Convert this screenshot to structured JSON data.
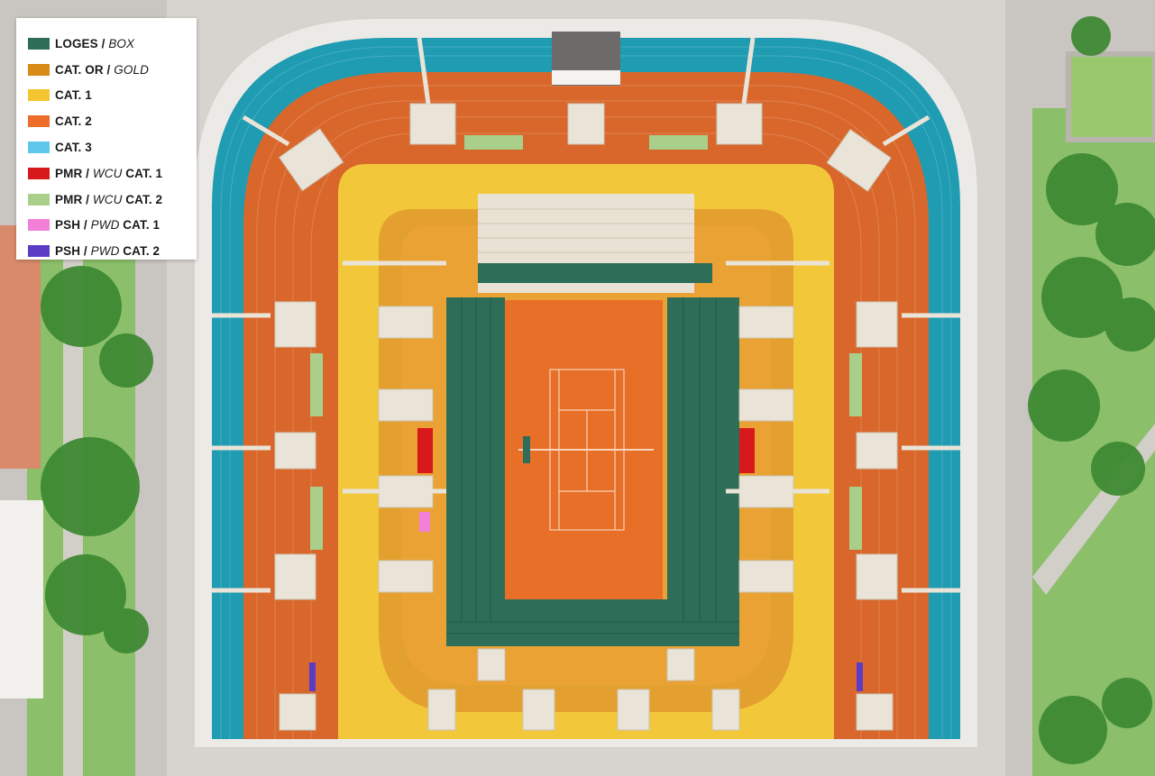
{
  "legend": [
    {
      "code": "LOGES",
      "alt": "BOX",
      "suffix": "",
      "color": "#2e6e58"
    },
    {
      "code": "CAT. OR",
      "alt": "GOLD",
      "suffix": "",
      "color": "#d88b16"
    },
    {
      "code": "CAT. 1",
      "alt": "",
      "suffix": "",
      "color": "#f5c531"
    },
    {
      "code": "CAT. 2",
      "alt": "",
      "suffix": "",
      "color": "#ec6c2a"
    },
    {
      "code": "CAT. 3",
      "alt": "",
      "suffix": "",
      "color": "#5fc7ec"
    },
    {
      "code": "PMR",
      "alt": "WCU",
      "suffix": "CAT. 1",
      "color": "#d8191b"
    },
    {
      "code": "PMR",
      "alt": "WCU",
      "suffix": "CAT. 2",
      "color": "#a9cf8b"
    },
    {
      "code": "PSH",
      "alt": "PWD",
      "suffix": "CAT. 1",
      "color": "#f27fd8"
    },
    {
      "code": "PSH",
      "alt": "PWD",
      "suffix": "CAT. 2",
      "color": "#5a3dc4"
    }
  ],
  "colors": {
    "ground": "#c9c5c1",
    "grass": "#8bbf6a",
    "tree": "#3f8a34",
    "roof": "#eceae6",
    "cat3": "#1f9bb2",
    "cat2": "#d9672b",
    "cat1": "#f2c83a",
    "gold": "#e4a02e",
    "box": "#2e6e58",
    "court": "#e86f27",
    "line": "#f7d3b7",
    "aisle": "#eae4d8",
    "pmr1": "#d8191b",
    "pmr2": "#a9cf8b",
    "psh1": "#f27fd8",
    "psh2": "#5a3dc4"
  },
  "icons": {
    "swatch": "square-swatch-icon"
  }
}
